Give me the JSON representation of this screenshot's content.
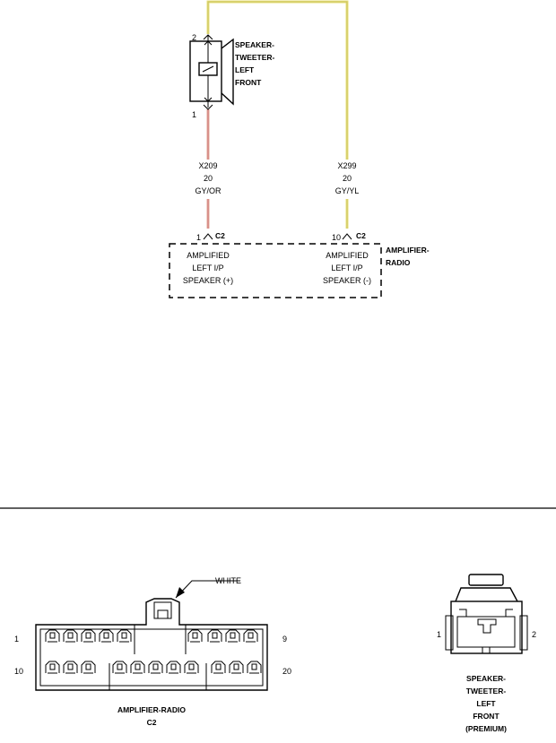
{
  "speaker": {
    "name_lines": [
      "SPEAKER-",
      "TWEETER-",
      "LEFT",
      "FRONT"
    ],
    "pin_top": "2",
    "pin_bottom": "1"
  },
  "wires": {
    "left": {
      "circuit": "X209",
      "gauge": "20",
      "color": "GY/OR",
      "hex": "#e6a89a"
    },
    "right": {
      "circuit": "X299",
      "gauge": "20",
      "color": "GY/YL",
      "hex": "#e8e27a"
    }
  },
  "amplifier": {
    "name_lines": [
      "AMPLIFIER-",
      "RADIO"
    ],
    "left_pin": {
      "number": "1",
      "connector": "C2",
      "lines": [
        "AMPLIFIED",
        "LEFT I/P",
        "SPEAKER (+)"
      ]
    },
    "right_pin": {
      "number": "10",
      "connector": "C2",
      "lines": [
        "AMPLIFIED",
        "LEFT I/P",
        "SPEAKER (-)"
      ]
    }
  },
  "connector_views": {
    "amp_connector": {
      "color_label": "WHITE",
      "pin_1": "1",
      "pin_9": "9",
      "pin_10": "10",
      "pin_20": "20",
      "caption_lines": [
        "AMPLIFIER-RADIO",
        "C2"
      ]
    },
    "speaker_connector": {
      "pin_1": "1",
      "pin_2": "2",
      "caption_lines": [
        "SPEAKER-",
        "TWEETER-",
        "LEFT",
        "FRONT",
        "(PREMIUM)"
      ]
    }
  }
}
